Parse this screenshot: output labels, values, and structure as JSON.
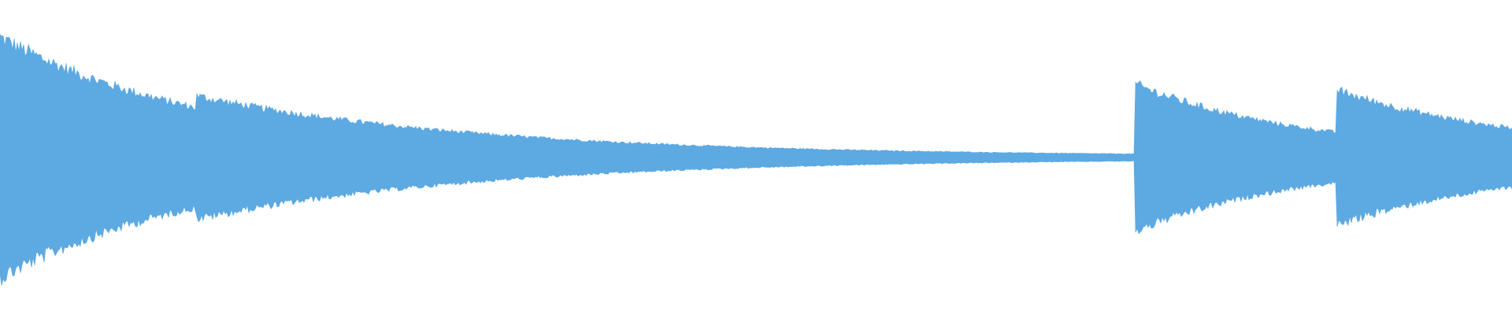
{
  "waveform": {
    "color": "#5DA9E2",
    "background": "#FFFFFF",
    "baseline_fraction": 0.5,
    "hits": [
      {
        "onset": 0.0,
        "peak": 0.82,
        "decay_rate": 7.2,
        "floor": 0.03
      },
      {
        "onset": 0.13,
        "peak": 0.42,
        "decay_rate": 5.2,
        "floor": 0.008
      },
      {
        "onset": 0.751,
        "peak": 0.5,
        "decay_rate": 9.0,
        "floor": 0.03
      },
      {
        "onset": 0.884,
        "peak": 0.46,
        "decay_rate": 8.0,
        "floor": 0.03
      }
    ]
  }
}
